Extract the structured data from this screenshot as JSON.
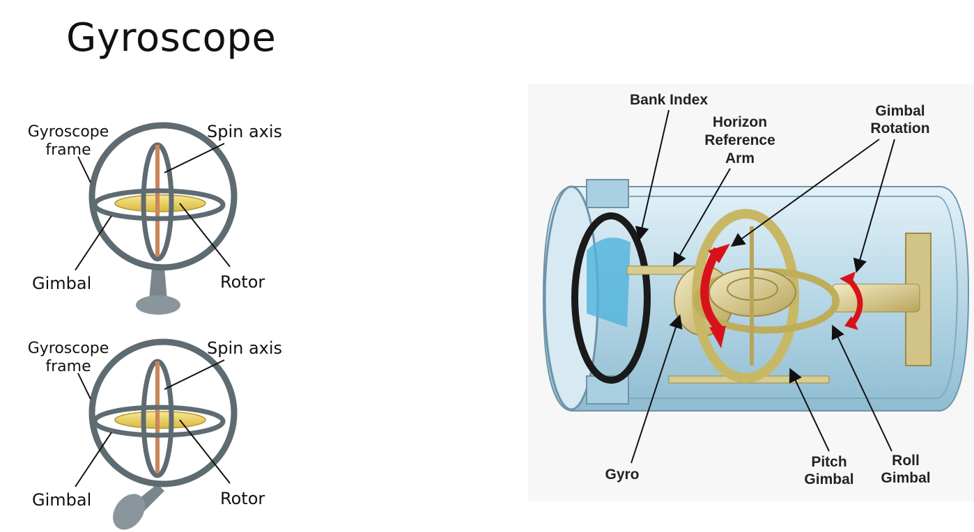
{
  "slide": {
    "title": "Gyroscope"
  },
  "gyro_top": {
    "label_frame_line1": "Gyroscope",
    "label_frame_line2": "frame",
    "label_spin": "Spin axis",
    "label_gimbal": "Gimbal",
    "label_rotor": "Rotor"
  },
  "gyro_bottom": {
    "label_frame_line1": "Gyroscope",
    "label_frame_line2": "frame",
    "label_spin": "Spin axis",
    "label_gimbal": "Gimbal",
    "label_rotor": "Rotor"
  },
  "instrument": {
    "bank_index": "Bank Index",
    "horizon_line1": "Horizon",
    "horizon_line2": "Reference",
    "horizon_line3": "Arm",
    "gimbal_rot_line1": "Gimbal",
    "gimbal_rot_line2": "Rotation",
    "gyro": "Gyro",
    "pitch_line1": "Pitch",
    "pitch_line2": "Gimbal",
    "roll_line1": "Roll",
    "roll_line2": "Gimbal"
  },
  "colors": {
    "frame": "#5f6b72",
    "rotor": "#f1d86a",
    "axis": "#c9865a",
    "casing": "#a9d0e2",
    "gyro_gold": "#d9cc8f",
    "arrow_red": "#d8121a"
  }
}
